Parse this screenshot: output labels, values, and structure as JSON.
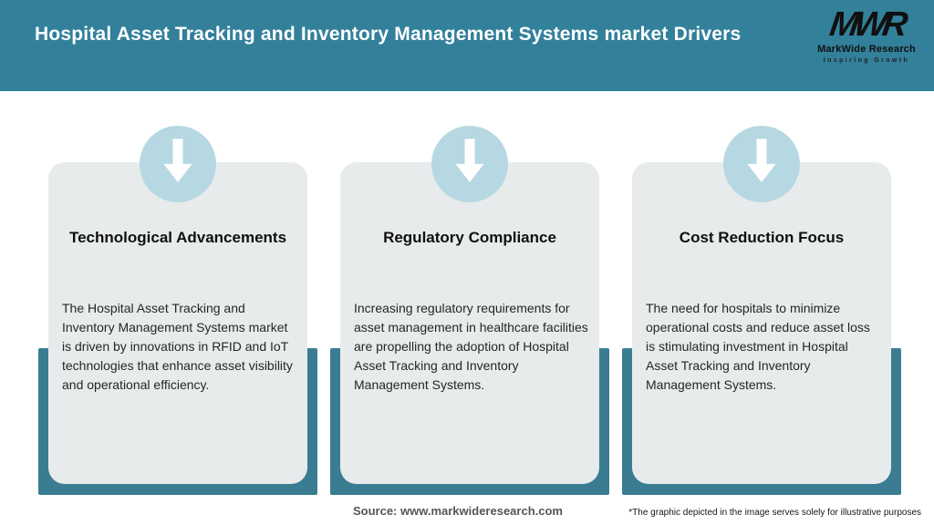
{
  "header": {
    "title": "Hospital Asset Tracking and Inventory Management Systems market Drivers",
    "logo": {
      "acronym": "MWR",
      "company": "MarkWide Research",
      "tagline": "Inspiring Growth"
    }
  },
  "cards": [
    {
      "title": "Technological Advancements",
      "body": "The Hospital Asset Tracking and Inventory Management Systems market is driven by innovations in RFID and IoT technologies that enhance asset visibility and operational efficiency.",
      "icon": "down-arrow-icon"
    },
    {
      "title": "Regulatory Compliance",
      "body": "Increasing regulatory requirements for asset management in healthcare facilities are propelling the adoption of Hospital Asset Tracking and Inventory Management Systems.",
      "icon": "down-arrow-icon"
    },
    {
      "title": "Cost Reduction Focus",
      "body": "The need for hospitals to minimize operational costs and reduce asset loss is stimulating investment in Hospital Asset Tracking and Inventory Management Systems.",
      "icon": "down-arrow-icon"
    }
  ],
  "footer": {
    "source": "Source: www.markwideresearch.com",
    "disclaimer": "*The graphic depicted in the image serves solely for illustrative purposes"
  },
  "colors": {
    "header_teal": "#33809B",
    "frame_teal": "#3A7D92",
    "badge_blue": "#B6D8E2",
    "card_gray": "#E8EBEC",
    "title_text": "#101010",
    "body_text": "#262626",
    "source_text": "#565656",
    "header_title_text": "#FFFFFF"
  }
}
